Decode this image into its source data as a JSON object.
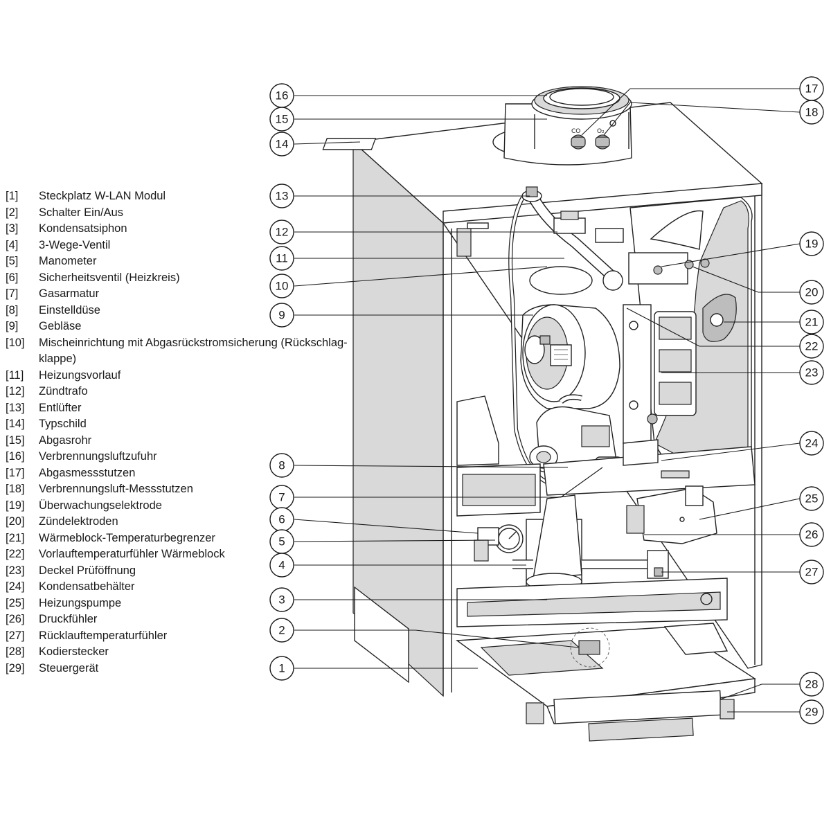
{
  "legend": [
    {
      "num": "[1]",
      "text": "Steckplatz W-LAN Modul"
    },
    {
      "num": "[2]",
      "text": "Schalter Ein/Aus"
    },
    {
      "num": "[3]",
      "text": "Kondensatsiphon"
    },
    {
      "num": "[4]",
      "text": "3-Wege-Ventil"
    },
    {
      "num": "[5]",
      "text": "Manometer"
    },
    {
      "num": "[6]",
      "text": "Sicherheitsventil (Heizkreis)"
    },
    {
      "num": "[7]",
      "text": "Gasarmatur"
    },
    {
      "num": "[8]",
      "text": "Einstelldüse"
    },
    {
      "num": "[9]",
      "text": "Gebläse"
    },
    {
      "num": "[10]",
      "text": "Mischeinrichtung mit Abgasrückstromsicherung (Rückschlag-klappe)"
    },
    {
      "num": "[11]",
      "text": "Heizungsvorlauf"
    },
    {
      "num": "[12]",
      "text": "Zündtrafo"
    },
    {
      "num": "[13]",
      "text": "Entlüfter"
    },
    {
      "num": "[14]",
      "text": "Typschild"
    },
    {
      "num": "[15]",
      "text": "Abgasrohr"
    },
    {
      "num": "[16]",
      "text": "Verbrennungsluftzufuhr"
    },
    {
      "num": "[17]",
      "text": "Abgasmessstutzen"
    },
    {
      "num": "[18]",
      "text": "Verbrennungsluft-Messstutzen"
    },
    {
      "num": "[19]",
      "text": "Überwachungselektrode"
    },
    {
      "num": "[20]",
      "text": "Zündelektroden"
    },
    {
      "num": "[21]",
      "text": "Wärmeblock-Temperaturbegrenzer"
    },
    {
      "num": "[22]",
      "text": "Vorlauftemperaturfühler Wärmeblock"
    },
    {
      "num": "[23]",
      "text": "Deckel Prüföffnung"
    },
    {
      "num": "[24]",
      "text": "Kondensatbehälter"
    },
    {
      "num": "[25]",
      "text": "Heizungspumpe"
    },
    {
      "num": "[26]",
      "text": "Druckfühler"
    },
    {
      "num": "[27]",
      "text": "Rücklauftemperaturfühler"
    },
    {
      "num": "[28]",
      "text": "Kodierstecker"
    },
    {
      "num": "[29]",
      "text": "Steuergerät"
    }
  ],
  "callouts": {
    "c1": "1",
    "c2": "2",
    "c3": "3",
    "c4": "4",
    "c5": "5",
    "c6": "6",
    "c7": "7",
    "c8": "8",
    "c9": "9",
    "c10": "10",
    "c11": "11",
    "c12": "12",
    "c13": "13",
    "c14": "14",
    "c15": "15",
    "c16": "16",
    "c17": "17",
    "c18": "18",
    "c19": "19",
    "c20": "20",
    "c21": "21",
    "c22": "22",
    "c23": "23",
    "c24": "24",
    "c25": "25",
    "c26": "26",
    "c27": "27",
    "c28": "28",
    "c29": "29"
  },
  "port_labels": {
    "co": "CO",
    "o2": "O₂"
  }
}
